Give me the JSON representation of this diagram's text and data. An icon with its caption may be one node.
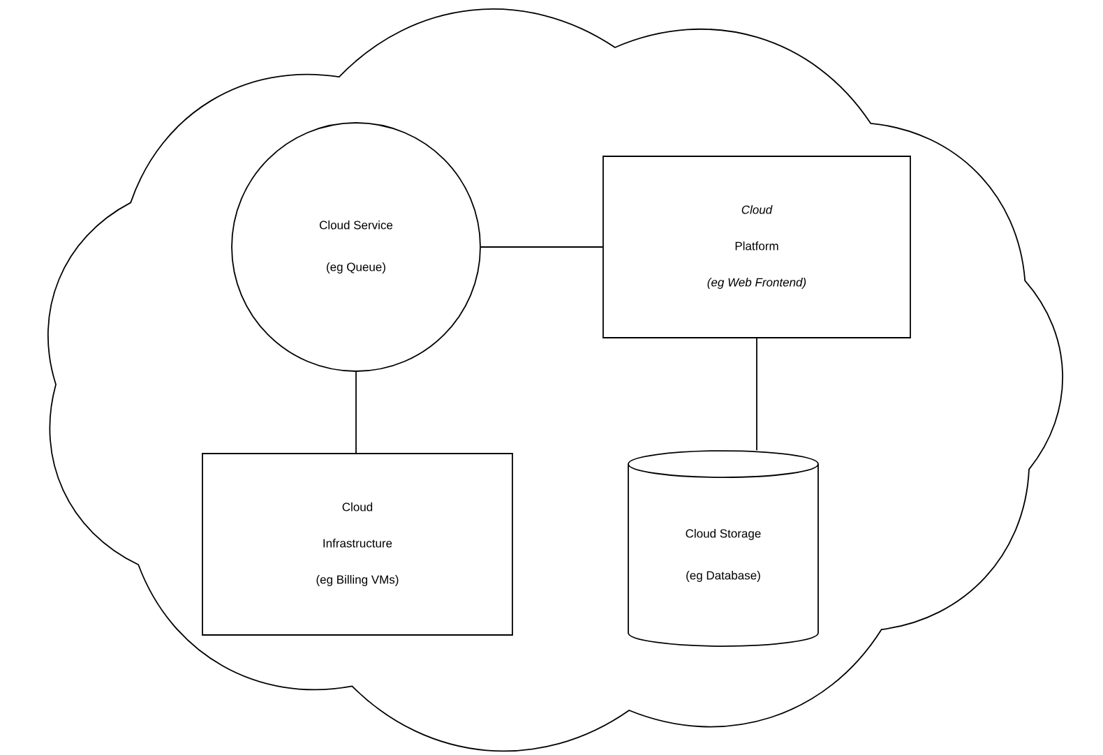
{
  "diagram": {
    "nodes": [
      {
        "text": [],
        "shape": "cloud"
      },
      {
        "text": [
          "Cloud Service",
          "(eg Queue)"
        ],
        "in": 0
      },
      {
        "text": [
          "Cloud",
          "Platform",
          "(eg Web Frontend)"
        ],
        "in": 0
      },
      {
        "text": [
          "Cloud",
          "Infrastructure",
          "(eg Billing VMs)"
        ],
        "in": 0
      },
      {
        "text": [
          "Cloud Storage",
          "(eg Database)"
        ],
        "in": 0
      }
    ],
    "edges": [
      {
        "from": 1,
        "to": 2,
        "arrow": "none"
      },
      {
        "from": 1,
        "to": 3,
        "arrow": "none"
      },
      {
        "from": 2,
        "to": 4,
        "arrow": "none"
      }
    ]
  }
}
